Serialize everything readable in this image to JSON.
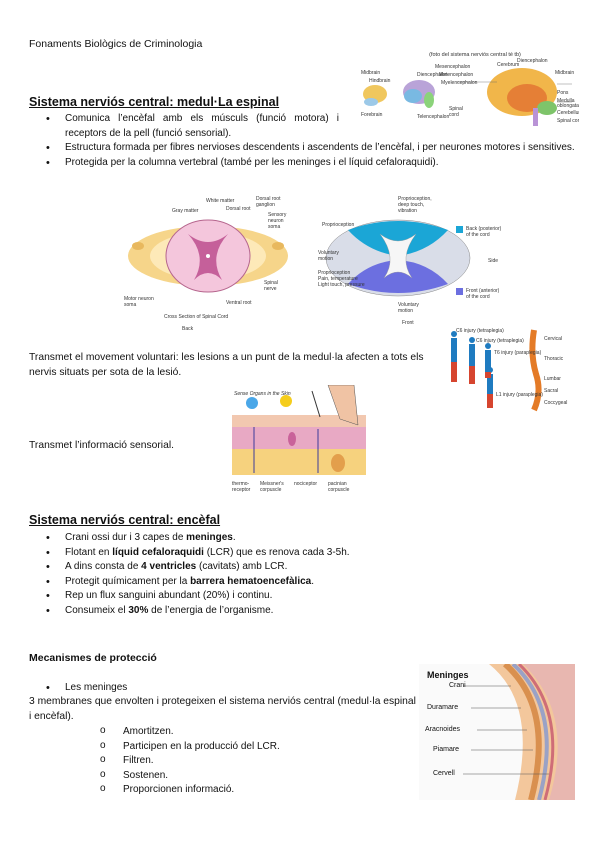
{
  "doc_title": "Fonaments Biològics de Criminologia",
  "brain_figure": {
    "caption": "(foto del sistema nerviós central té tb)",
    "labels": [
      "Midbrain",
      "Hindbrain",
      "Forebrain",
      "Mesencephalon",
      "Metencephalon",
      "Diencephalon",
      "Myelencephalon",
      "Telencephalon",
      "Spinal cord",
      "Cerebrum",
      "Diencephalon",
      "Midbrain",
      "Pons",
      "Medulla oblongata",
      "Cerebellum",
      "Spinal cord"
    ]
  },
  "section1": {
    "title": "Sistema nerviós central: medul·La espinal",
    "bullets": [
      "Comunica l’encèfal amb els músculs (funció motora) i receptors de la pell (funció sensorial).",
      "Estructura formada per fibres nervioses descendents i ascendents de l’encèfal, i per neurones motores i sensitives.",
      "Protegida per la columna vertebral (també per les meninges i el líquid cefaloraquidi)."
    ]
  },
  "spinal_figure": {
    "labels_left": [
      "Gray matter",
      "White matter",
      "Dorsal root",
      "Dorsal root ganglion",
      "Sensory neuron soma",
      "Spinal nerve",
      "Ventral root",
      "Motor neuron soma"
    ],
    "caption": "Cross Section of Spinal Cord",
    "back_label": "Back",
    "labels_right": [
      "Proprioception, deep touch, vibration",
      "Proprioception",
      "Voluntary motion",
      "Proprioception Pain, temperature Light touch, pressure",
      "Voluntary motion"
    ],
    "legend": [
      "Back (posterior) of the cord",
      "Side",
      "Front (anterior) of the cord"
    ],
    "front_label": "Front"
  },
  "para_motor": "Transmet el movement voluntari: les lesions a un punt de la medul·la afecten a tots els nervis situats per sota de la lesió.",
  "injury_figure": {
    "labels": [
      "C6 injury (tetraplegia)",
      "C6 injury (tetraplegia)",
      "T6 injury (paraplegia)",
      "L1 injury (paraplegia)"
    ],
    "spine_labels": [
      "Cervical",
      "Thoracic",
      "Lumbar",
      "Sacral",
      "Coccygeal"
    ]
  },
  "para_sensory": "Transmet l’informació sensorial.",
  "skin_figure": {
    "title": "Sense Organs in the Skin",
    "labels": [
      "thermo-receptor",
      "Meissner's corpuscle",
      "nociceptor",
      "pacinian corpuscle"
    ]
  },
  "section2": {
    "title": "Sistema nerviós central: encèfal",
    "bullets": [
      [
        {
          "t": "Crani ossi dur i 3 capes de "
        },
        {
          "t": "meninges",
          "b": true
        },
        {
          "t": "."
        }
      ],
      [
        {
          "t": "Flotant en "
        },
        {
          "t": "líquid cefaloraquidi",
          "b": true
        },
        {
          "t": " (LCR) que es renova cada 3-5h."
        }
      ],
      [
        {
          "t": "A dins consta de "
        },
        {
          "t": "4 ventricles",
          "b": true
        },
        {
          "t": " (cavitats) amb LCR."
        }
      ],
      [
        {
          "t": "Protegit químicament per la "
        },
        {
          "t": "barrera hematoencefàlica",
          "b": true
        },
        {
          "t": "."
        }
      ],
      [
        {
          "t": "Rep un flux sanguini abundant (20%) i continu."
        }
      ],
      [
        {
          "t": "Consumeix el "
        },
        {
          "t": "30%",
          "b": true
        },
        {
          "t": " de l’energia de l’organisme."
        }
      ]
    ]
  },
  "section3": {
    "title": "Mecanismes de protecció",
    "bullet": "Les meninges",
    "intro": "3 membranes que envolten i protegeixen el sistema nerviós central (medul·la espinal i encèfal).",
    "subitems": [
      "Amortitzen.",
      "Participen en la producció del LCR.",
      "Filtren.",
      "Sostenen.",
      "Proporcionen informació."
    ]
  },
  "meninges_figure": {
    "title": "Meninges",
    "labels": [
      "Crani",
      "Duramare",
      "Aracnoides",
      "Piamare",
      "Cervell"
    ]
  },
  "colors": {
    "back_cord": "#1ba6d6",
    "front_cord": "#6c6fe0",
    "side_cord": "#d9dde8",
    "gray_matter": "#c5609a"
  }
}
